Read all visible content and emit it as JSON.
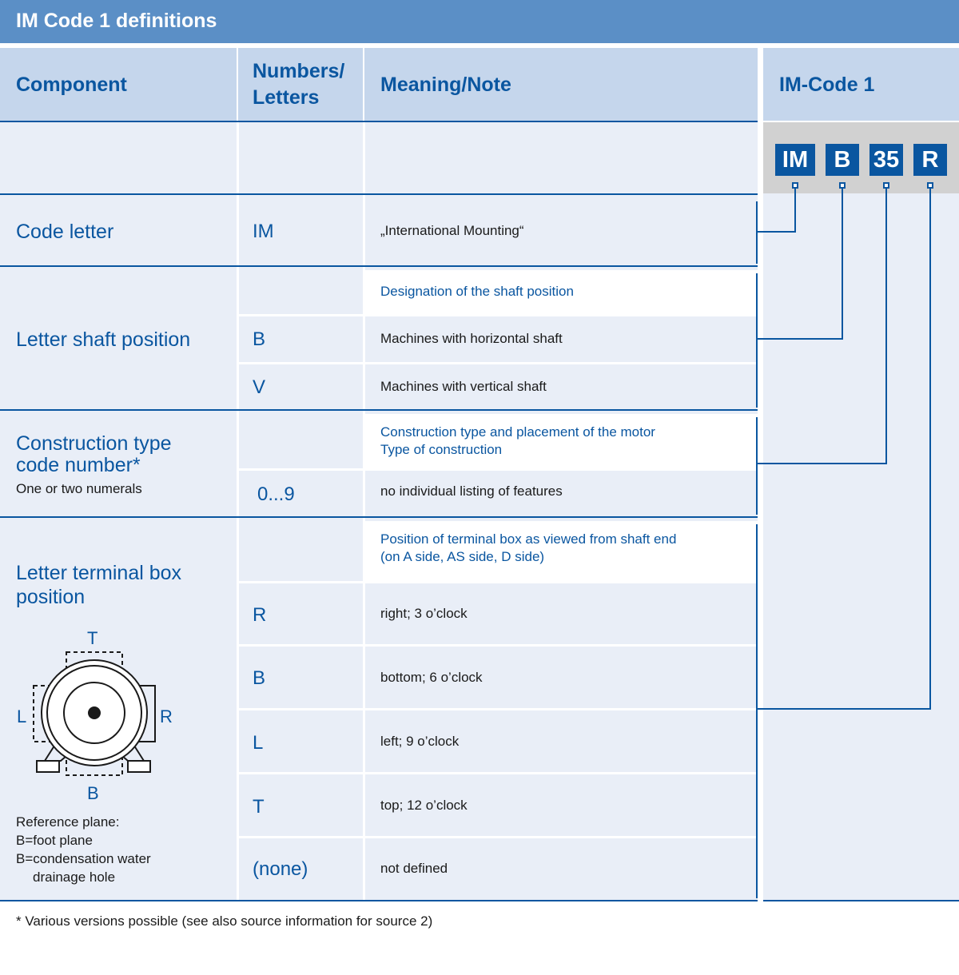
{
  "title": "IM Code 1 definitions",
  "headers": {
    "component": "Component",
    "numbers_line1": "Numbers/",
    "numbers_line2": "Letters",
    "meaning": "Meaning/Note",
    "imcode": "IM-Code 1"
  },
  "code_boxes": [
    "IM",
    "B",
    "35",
    "R"
  ],
  "rows": {
    "code_letter": {
      "component": "Code letter",
      "symbol": "IM",
      "meaning": "„International Mounting“"
    },
    "shaft": {
      "component": "Letter shaft position",
      "heading": "Designation of the shaft position",
      "items": [
        {
          "symbol": "B",
          "meaning": "Machines with horizontal shaft"
        },
        {
          "symbol": "V",
          "meaning": "Machines with vertical shaft"
        }
      ]
    },
    "construction": {
      "component_line1": "Construction type",
      "component_line2": "code number*",
      "note": "One or two numerals",
      "heading_line1": "Construction type and placement of the motor",
      "heading_line2": "Type of construction",
      "symbol": "0...9",
      "meaning": "no individual listing of features"
    },
    "terminal": {
      "component_line1": "Letter terminal box",
      "component_line2": "position",
      "heading_line1": "Position of terminal box as viewed from shaft end",
      "heading_line2": "(on A side, AS side, D side)",
      "items": [
        {
          "symbol": "R",
          "meaning": "right; 3 o’clock"
        },
        {
          "symbol": "B",
          "meaning": "bottom; 6 o’clock"
        },
        {
          "symbol": "L",
          "meaning": "left; 9 o’clock"
        },
        {
          "symbol": "T",
          "meaning": "top; 12 o’clock"
        },
        {
          "symbol": "(none)",
          "meaning": "not defined"
        }
      ],
      "diagram_labels": {
        "top": "T",
        "bottom": "B",
        "left": "L",
        "right": "R"
      },
      "reference": {
        "line1": "Reference plane:",
        "line2": "B=foot plane",
        "line3": "B=condensation water",
        "line4": "drainage hole"
      }
    }
  },
  "footnote": "* Various versions possible (see also source information for source 2)",
  "colors": {
    "accent": "#0a56a0",
    "title_bar": "#5b8fc6",
    "header": "#c5d6ec",
    "band": "#e9eef7",
    "code_panel": "#d1d1d1"
  }
}
